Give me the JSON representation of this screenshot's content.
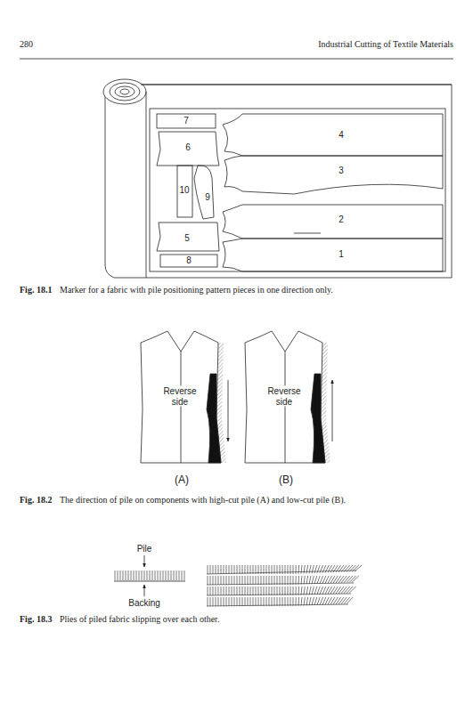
{
  "diagram": {
    "labels": [
      "280",
      "Industrial Cutting of Textile Materials",
      "7",
      "6",
      "4",
      "3",
      "10",
      "9",
      "2",
      "5",
      "1",
      "8",
      "Fig. 18.1",
      "Marker for a fabric with pile positioning pattern pieces in one direction only.",
      "Reverse side",
      "Reverse side",
      "(A)",
      "(B)",
      "Fig. 18.2",
      "The direction of pile on components with high-cut pile (A) and low-cut pile (B).",
      "Pile",
      "Backing",
      "Fig. 18.3",
      "Plies of piled fabric slipping over each other."
    ]
  }
}
